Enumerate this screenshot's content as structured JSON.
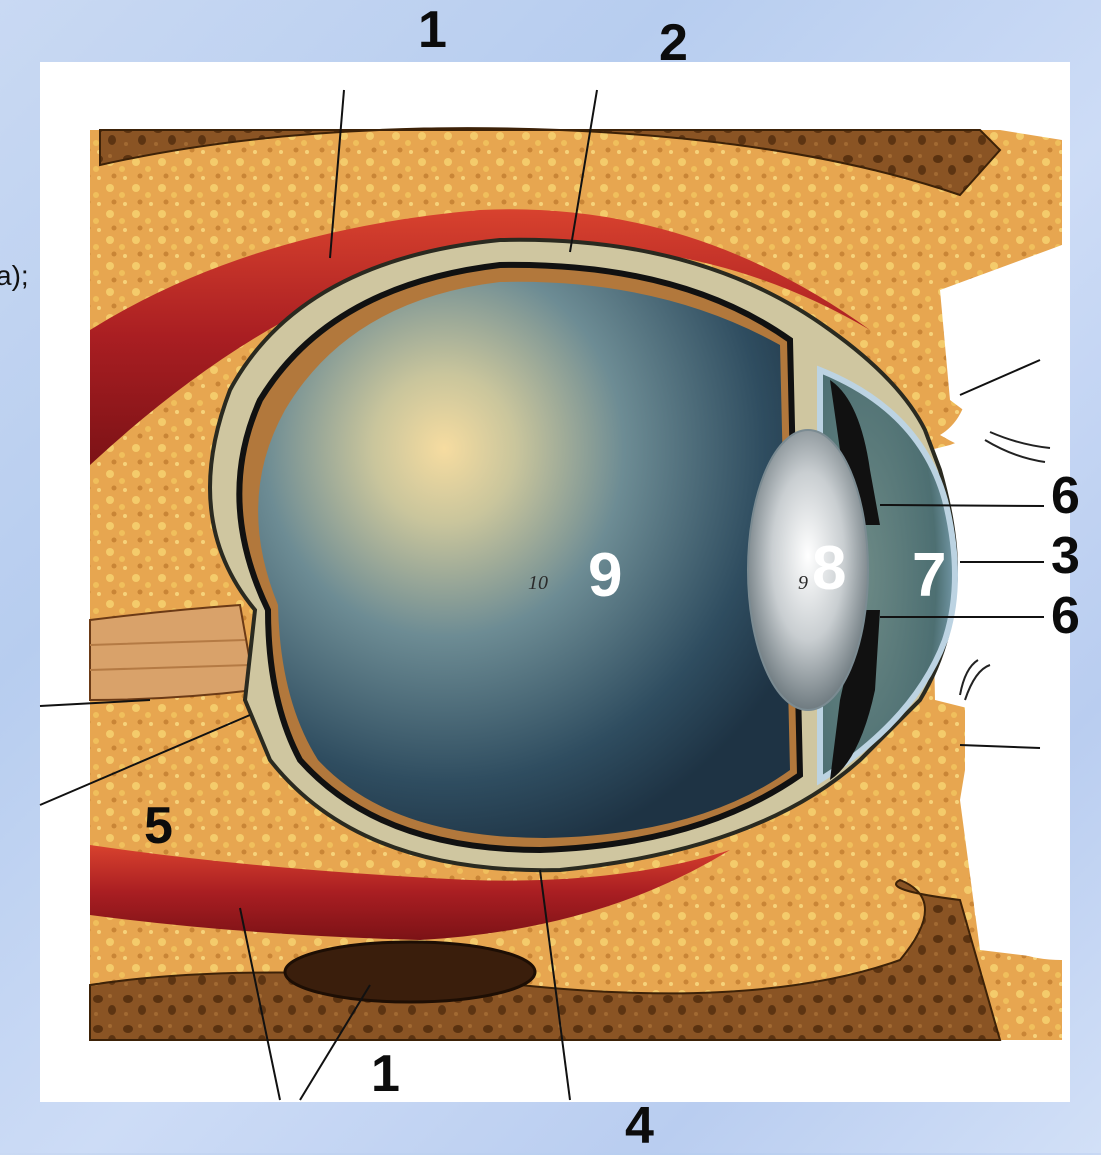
{
  "side_fragment": "a);",
  "labels": {
    "l1_top": "1",
    "l2": "2",
    "l6_top": "6",
    "l3": "3",
    "l6_bottom": "6",
    "l5": "5",
    "l1_bottom": "1",
    "l4": "4",
    "l9": "9",
    "l8": "8",
    "l7": "7"
  },
  "inner_text": {
    "vitreous_num": "10",
    "lens_num": "9"
  },
  "colors": {
    "fat": "#e2a04a",
    "bone": "#7a4a1e",
    "muscle": "#b3262a",
    "sclera": "#cfc7a1",
    "vitreous": "#3c5d72",
    "lens": "#d9dde0",
    "cornea": "#8fb4cb"
  }
}
